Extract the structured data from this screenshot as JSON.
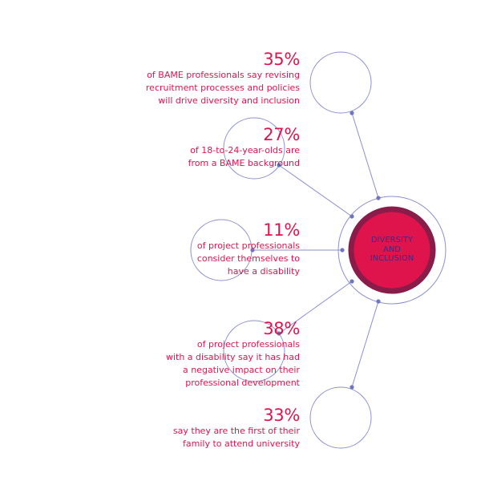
{
  "hub": {
    "line1": "DIVERSITY",
    "line2": "AND",
    "line3": "INCLUSION"
  },
  "stats": [
    {
      "percent": "35%",
      "lines": [
        "of BAME professionals say revising",
        "recruitment processes and policies",
        "will drive diversity and inclusion"
      ]
    },
    {
      "percent": "27%",
      "lines": [
        "of 18-to-24-year-olds are",
        "from a BAME background"
      ]
    },
    {
      "percent": "11%",
      "lines": [
        "of project professionals",
        "consider themselves to",
        "have a disability"
      ]
    },
    {
      "percent": "38%",
      "lines": [
        "of project professionals",
        "with a disability say it has had",
        "a negative impact on their",
        "professional development"
      ]
    },
    {
      "percent": "33%",
      "lines": [
        "say they are the first of their",
        "family to attend university"
      ]
    }
  ],
  "colors": {
    "accent": "#e0144d",
    "hub_fill": "#e0144d",
    "hub_ring": "#8a1c4a",
    "line": "#8a8fd4",
    "node_dot": "#6f74c4",
    "hub_text": "#3a2c85"
  }
}
